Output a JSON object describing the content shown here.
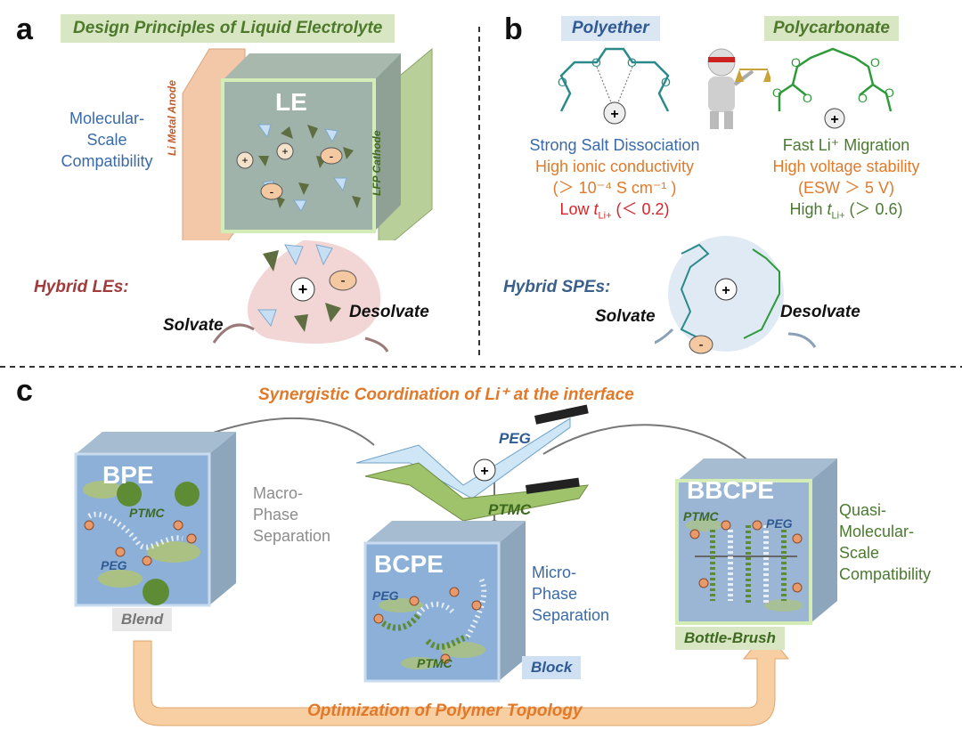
{
  "panel_a": {
    "letter": "a",
    "banner": "Design Principles of Liquid Electrolyte",
    "compat_label": "Molecular-\nScale\nCompatibility",
    "cube_label": "LE",
    "anode_label": "Li Metal Anode",
    "cathode_label": "LFP Cathode",
    "hybrid_label": "Hybrid LEs:",
    "solvate": "Solvate",
    "desolvate": "Desolvate"
  },
  "panel_b": {
    "letter": "b",
    "polyether": "Polyether",
    "polycarbonate": "Polycarbonate",
    "left": {
      "line1": "Strong Salt Dissociation",
      "line2": "High ionic conductivity",
      "line3": "(＞ 10⁻⁴ S cm⁻¹ )",
      "line4_prefix": "Low ",
      "line4_t": "t",
      "line4_sub": "Li+",
      "line4_suffix": " (＜ 0.2)"
    },
    "right": {
      "line1": "Fast Li⁺ Migration",
      "line2": "High voltage stability",
      "line3": "(ESW ＞ 5 V)",
      "line4_prefix": "High ",
      "line4_t": "t",
      "line4_sub": "Li+",
      "line4_suffix": " (＞ 0.6)"
    },
    "hybrid_label": "Hybrid SPEs:",
    "solvate": "Solvate",
    "desolvate": "Desolvate"
  },
  "panel_c": {
    "letter": "c",
    "title": "Synergistic Coordination of Li⁺ at the interface",
    "peg_top": "PEG",
    "ptmc_top": "PTMC",
    "bpe": {
      "cube": "BPE",
      "ptmc": "PTMC",
      "peg": "PEG",
      "desc": "Macro-\nPhase\nSeparation",
      "tag": "Blend"
    },
    "bcpe": {
      "cube": "BCPE",
      "ptmc": "PTMC",
      "peg": "PEG",
      "desc": "Micro-\nPhase\nSeparation",
      "tag": "Block"
    },
    "bbcpe": {
      "cube": "BBCPE",
      "ptmc": "PTMC",
      "peg": "PEG",
      "desc": "Quasi-\nMolecular-\nScale\nCompatibility",
      "tag": "Bottle-Brush"
    },
    "bottom_title": "Optimization of Polymer Topology"
  },
  "colors": {
    "green_banner": "#d8e6c4",
    "blue_banner": "#dbe6f3",
    "orange": "#e07a2a",
    "teal": "#2a8a8a",
    "green": "#2e9a3a"
  }
}
